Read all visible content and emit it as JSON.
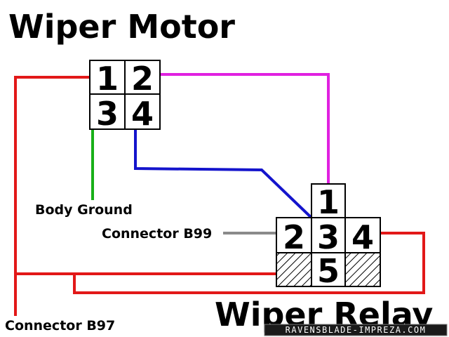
{
  "titles": {
    "wiper_motor": "Wiper Motor",
    "wiper_relay": "Wiper Relay"
  },
  "labels": {
    "body_ground": "Body Ground",
    "connector_b99": "Connector B99",
    "connector_b97": "Connector B97"
  },
  "motor_pins": [
    "1",
    "2",
    "3",
    "4"
  ],
  "relay_pins": [
    "1",
    "2",
    "3",
    "4",
    "5"
  ],
  "watermark": "RAVENSBLADE-IMPREZA.COM",
  "colors": {
    "red_wire": "#e21818",
    "magenta_wire": "#e020e0",
    "blue_wire": "#1414cc",
    "green_wire": "#18b018",
    "gray_wire": "#8a8a8a"
  }
}
